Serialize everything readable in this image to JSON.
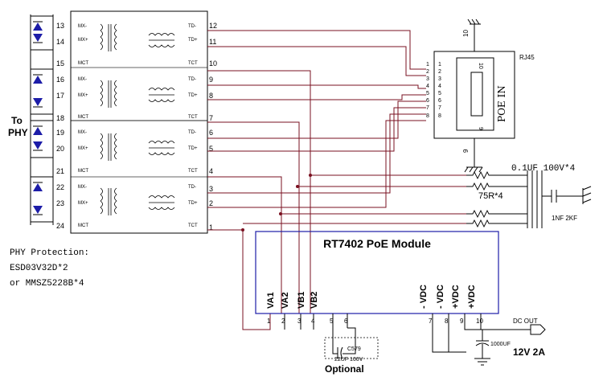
{
  "left": {
    "to_phy": [
      "To",
      "PHY"
    ],
    "pins": [
      "13",
      "14",
      "15",
      "16",
      "17",
      "18",
      "19",
      "20",
      "21",
      "22",
      "23",
      "24"
    ],
    "protection_title": "PHY Protection:",
    "protection_lines": [
      "ESD03V32D*2",
      "or MMSZ5228B*4"
    ]
  },
  "transformer": {
    "left_labels": [
      "MX-",
      "MX+",
      "MCT",
      "MX-",
      "MX+",
      "MCT",
      "MX-",
      "MX+",
      "MCT",
      "MX-",
      "MX+",
      "MCT"
    ],
    "right_labels": [
      "TD-",
      "TD+",
      "TCT",
      "TD-",
      "TD+",
      "TCT",
      "TD-",
      "TD+",
      "TCT",
      "TD-",
      "TD+",
      "TCT"
    ],
    "right_pins": [
      "12",
      "11",
      "10",
      "9",
      "8",
      "7",
      "6",
      "5",
      "4",
      "3",
      "2",
      "1"
    ]
  },
  "rj45": {
    "label": "RJ45",
    "title": "POE IN",
    "outer_pins": [
      "1",
      "2",
      "3",
      "4",
      "5",
      "6",
      "7",
      "8"
    ],
    "inner_pins": [
      "1",
      "2",
      "3",
      "4",
      "5",
      "6",
      "7",
      "8"
    ],
    "top_pin": "10",
    "bottom_pin": "9",
    "shell_top": "10",
    "shell_bottom": "9"
  },
  "termination": {
    "cap_label": "0.1UF 100V*4",
    "res_label": "75R*4",
    "hv_cap_label": "1NF 2KF"
  },
  "module": {
    "title": "RT7402 PoE  Module",
    "pin_names": [
      "VA1",
      "VA2",
      "VB1",
      "VB2",
      "- VDC",
      "- VDC",
      "+VDC",
      "+VDC"
    ],
    "pin_numbers": [
      "1",
      "2",
      "3",
      "4",
      "5",
      "6",
      "7",
      "8",
      "9",
      "10"
    ]
  },
  "optional": {
    "cap_ref": "C579",
    "cap_value": "22UF 100V",
    "label": "Optional"
  },
  "output": {
    "dc_out": "DC OUT",
    "cap": "1000UF",
    "rating": "12V 2A"
  }
}
